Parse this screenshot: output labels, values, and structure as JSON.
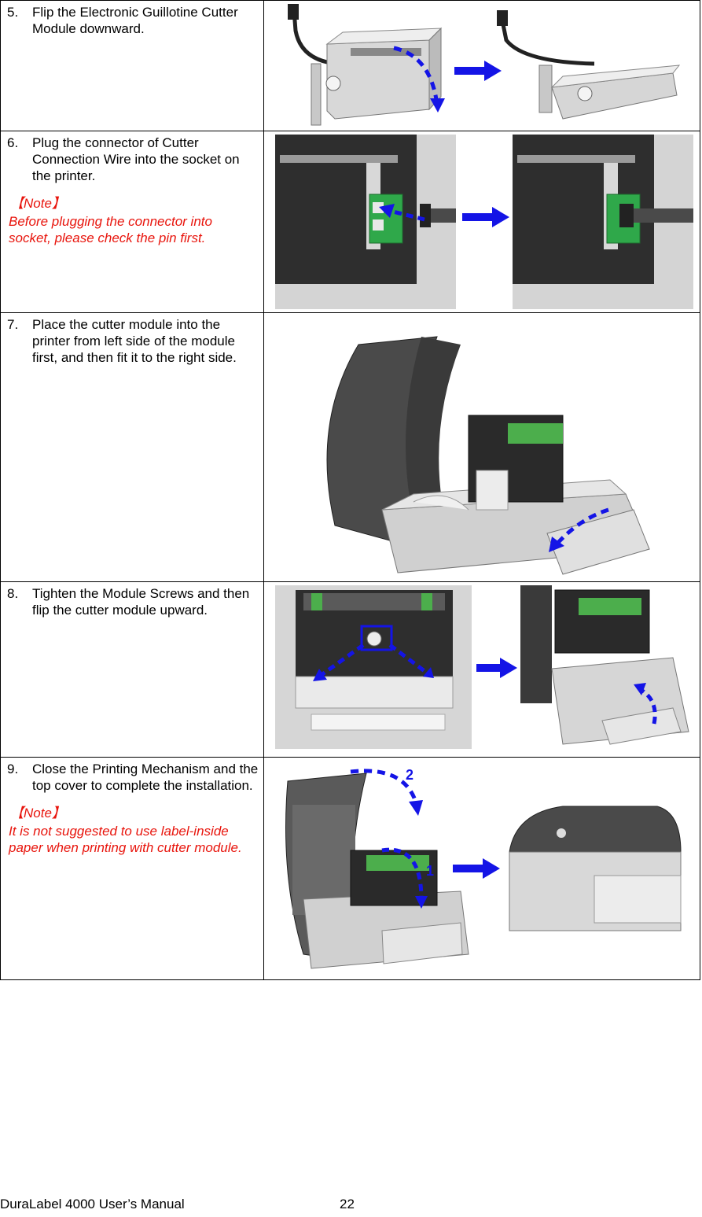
{
  "steps": [
    {
      "num": "5.",
      "text": "Flip the Electronic Guillotine Cutter Module downward."
    },
    {
      "num": "6.",
      "text": "Plug the connector of Cutter Connection Wire into the socket on the printer.",
      "note_heading": "【Note】",
      "note_text": "Before plugging the connector into socket, please check the pin first."
    },
    {
      "num": "7.",
      "text": "Place the cutter module into the printer from left side of the module first, and then fit it to the right side."
    },
    {
      "num": "8.",
      "text": "Tighten the Module Screws and then flip the cutter module upward."
    },
    {
      "num": "9.",
      "text": "Close the Printing Mechanism and the top cover to complete the installation.",
      "note_heading": "【Note】",
      "note_text": "It is not suggested to use label-inside paper when printing with cutter module."
    }
  ],
  "callouts": {
    "first": "1",
    "second": "2"
  },
  "footer": {
    "manual": "DuraLabel 4000 User’s Manual",
    "page": "22"
  },
  "colors": {
    "arrow": "#1414e6",
    "note": "#e8140c",
    "socket_green": "#2fa84a"
  }
}
